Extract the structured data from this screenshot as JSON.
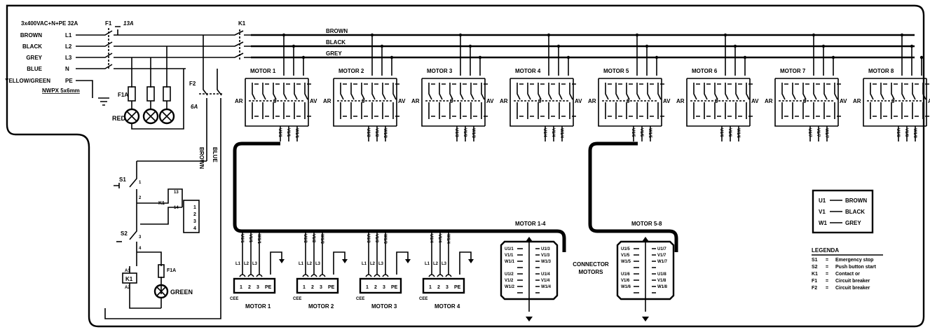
{
  "supply": {
    "title": "3x400VAC+N+PE 32A",
    "lines": [
      {
        "color": "BROWN",
        "term": "L1"
      },
      {
        "color": "BLACK",
        "term": "L2"
      },
      {
        "color": "GREY",
        "term": "L3"
      },
      {
        "color": "BLUE",
        "term": "N"
      },
      {
        "color": "YELLOW/GREEN",
        "term": "PE"
      }
    ],
    "cable": "NWPX 5x6mm"
  },
  "breaker_f1": {
    "name": "F1",
    "rating": "13A"
  },
  "contactor": {
    "name": "K1"
  },
  "bus_labels": [
    "BROWN",
    "BLACK",
    "GREY"
  ],
  "fuse_label": "F1A",
  "lamp_red": "RED",
  "breaker_f2": {
    "name": "F2",
    "rating": "6A"
  },
  "vertical_labels": {
    "brown": "BROWN",
    "blue": "BLUE"
  },
  "control": {
    "s1": "S1",
    "s2": "S2",
    "k1_contact": "K1",
    "k1_contact_terms": [
      "13",
      "14"
    ],
    "terminal_nums": [
      "1",
      "2",
      "3",
      "4"
    ],
    "coil": "K1",
    "coil_terms": [
      "A1",
      "A2"
    ],
    "fuse": "F1A",
    "lamp": "GREEN",
    "switch_terms": [
      "1",
      "2",
      "3",
      "4"
    ]
  },
  "motors": [
    {
      "name": "MOTOR 1",
      "out": [
        "U1/1",
        "V1/1",
        "W1/1"
      ]
    },
    {
      "name": "MOTOR 2",
      "out": [
        "U1/2",
        "V1/2",
        "W1/2"
      ]
    },
    {
      "name": "MOTOR 3",
      "out": [
        "U1/3",
        "V1/3",
        "W1/3"
      ]
    },
    {
      "name": "MOTOR 4",
      "out": [
        "U1/4",
        "V1/4",
        "W1/4"
      ]
    },
    {
      "name": "MOTOR 5",
      "out": [
        "U1/5",
        "V1/5",
        "W1/5"
      ]
    },
    {
      "name": "MOTOR 6",
      "out": [
        "U1/6",
        "V1/6",
        "W1/6"
      ]
    },
    {
      "name": "MOTOR 7",
      "out": [
        "U1/7",
        "V1/7",
        "W1/7"
      ]
    },
    {
      "name": "MOTOR 8",
      "out": [
        "U1/8",
        "V1/8",
        "W1/8"
      ]
    }
  ],
  "switch_labels": {
    "left": "AR",
    "mid": "0",
    "right": "AV"
  },
  "sockets": [
    {
      "name": "MOTOR 1",
      "wires": [
        "U1/1",
        "V1/1",
        "W1/1"
      ]
    },
    {
      "name": "MOTOR 2",
      "wires": [
        "U1/2",
        "V1/2",
        "W1/2"
      ]
    },
    {
      "name": "MOTOR 3",
      "wires": [
        "U1/3",
        "V1/3",
        "W1/3"
      ]
    },
    {
      "name": "MOTOR 4",
      "wires": [
        "U1/4",
        "V1/4",
        "W1/4"
      ]
    }
  ],
  "socket_lines": [
    "L1",
    "L2",
    "L3"
  ],
  "socket_pins": [
    "1",
    "2",
    "3",
    "PE"
  ],
  "socket_tag": "CEE",
  "connectors": [
    {
      "title": "MOTOR 1-4",
      "left": [
        "U1/1",
        "V1/1",
        "W1/1",
        "",
        "U1/2",
        "V1/2",
        "W1/2",
        ""
      ],
      "right": [
        "U1/3",
        "V1/3",
        "W1/3",
        "",
        "U1/4",
        "V1/4",
        "W1/4",
        ""
      ]
    },
    {
      "title": "MOTOR 5-8",
      "left": [
        "U1/5",
        "V1/5",
        "W1/5",
        "",
        "U1/6",
        "V1/6",
        "W1/6",
        ""
      ],
      "right": [
        "U1/7",
        "V1/7",
        "W1/7",
        "",
        "U1/8",
        "V1/8",
        "W1/8",
        ""
      ]
    }
  ],
  "connector_label": [
    "CONNECTOR",
    "MOTORS"
  ],
  "wire_legend": [
    {
      "k": "U1",
      "v": "BROWN"
    },
    {
      "k": "V1",
      "v": "BLACK"
    },
    {
      "k": "W1",
      "v": "GREY"
    }
  ],
  "legenda": {
    "title": "LEGENDA",
    "items": [
      {
        "k": "S1",
        "v": "Emergency stop"
      },
      {
        "k": "S2",
        "v": "Push button start"
      },
      {
        "k": "K1",
        "v": "Contact or"
      },
      {
        "k": "F1",
        "v": "Circuit breaker"
      },
      {
        "k": "F2",
        "v": "Circuit breaker"
      }
    ]
  }
}
